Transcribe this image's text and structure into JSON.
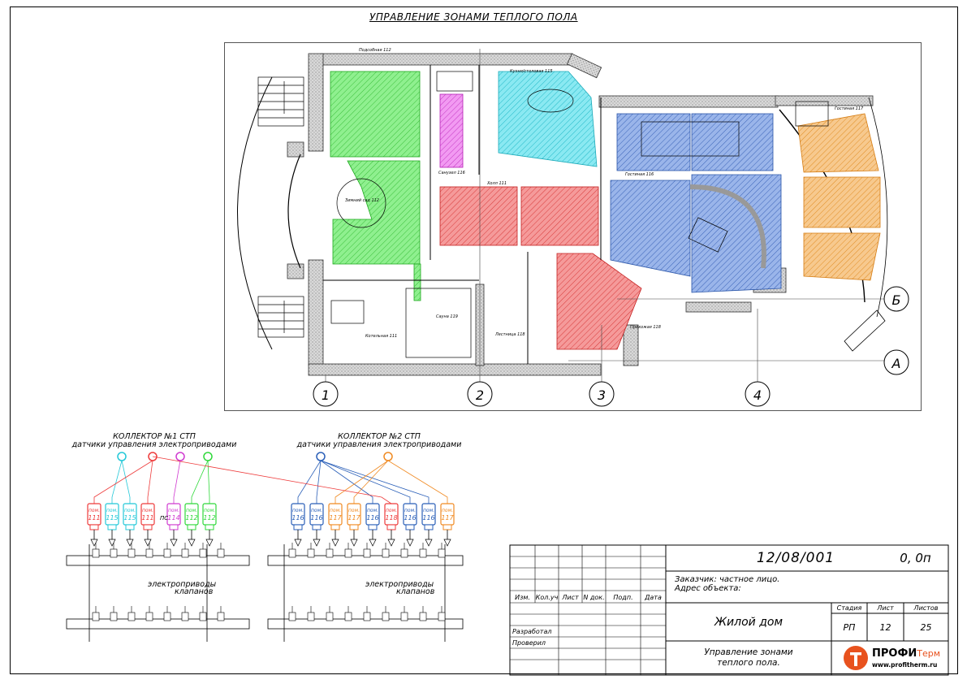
{
  "sheet": {
    "title": "УПРАВЛЕНИЕ ЗОНАМИ ТЕПЛОГО ПОЛА"
  },
  "plan": {
    "rooms": {
      "podsobnaya": "Подсобная 112",
      "kuhnya": "Кухня/столовая 115",
      "sanuzel": "Санузел 116",
      "holl": "Холл 111",
      "gostinaya116": "Гостиная 116",
      "gostinaya117": "Гостиная 117",
      "zimniy_sad": "Зимний сад 112",
      "kotelnaya": "Котельная 111",
      "sauna": "Сауна 119",
      "lestnitsa": "Лестница 118",
      "prihozhaya": "Прихожая 118"
    },
    "axes_num": [
      "1",
      "2",
      "3",
      "4"
    ],
    "axes_let": [
      "Б",
      "А"
    ],
    "colors": {
      "green": "#5fe85f",
      "magenta": "#e35ce3",
      "cyan": "#3fd9e8",
      "red": "#ee5a5a",
      "blue": "#4f7fd8",
      "orange": "#f2a94e",
      "wall": "#c8c8c8"
    }
  },
  "collectors": {
    "c1": {
      "title": "КОЛЛЕКТОР №1 СТП",
      "subtitle": "датчики управления электроприводами",
      "loops": [
        {
          "l1": "пом.",
          "l2": "111",
          "color": "#ee3a3a"
        },
        {
          "l1": "пом.",
          "l2": "115",
          "color": "#22c8d8"
        },
        {
          "l1": "пом.",
          "l2": "115",
          "color": "#22c8d8"
        },
        {
          "l1": "пом.",
          "l2": "111",
          "color": "#ee3a3a"
        },
        {
          "l1": "пом.",
          "l2": "114",
          "color": "#d03ad0"
        },
        {
          "l1": "пом.",
          "l2": "112",
          "color": "#2fd83a"
        },
        {
          "l1": "пом.",
          "l2": "112",
          "color": "#2fd83a"
        }
      ],
      "pc": "ПС",
      "valves_label_1": "электроприводы",
      "valves_label_2": "клапанов"
    },
    "c2": {
      "title": "КОЛЛЕКТОР №2 СТП",
      "subtitle": "датчики управления электроприводами",
      "loops": [
        {
          "l1": "пом.",
          "l2": "116",
          "color": "#2a5fb8"
        },
        {
          "l1": "пом.",
          "l2": "116",
          "color": "#2a5fb8"
        },
        {
          "l1": "пом.",
          "l2": "117",
          "color": "#f08a22"
        },
        {
          "l1": "пом.",
          "l2": "117",
          "color": "#f08a22"
        },
        {
          "l1": "пом.",
          "l2": "116",
          "color": "#2a5fb8"
        },
        {
          "l1": "пом.",
          "l2": "118",
          "color": "#ee3a3a"
        },
        {
          "l1": "пом.",
          "l2": "116",
          "color": "#2a5fb8"
        },
        {
          "l1": "пом.",
          "l2": "116",
          "color": "#2a5fb8"
        },
        {
          "l1": "пом.",
          "l2": "117",
          "color": "#f08a22"
        }
      ],
      "valves_label_1": "электроприводы",
      "valves_label_2": "клапанов"
    }
  },
  "title_block": {
    "code": "12/08/001",
    "rev": "0, 0п",
    "customer": "Заказчик: частное лицо.",
    "address": "Адрес объекта:",
    "headers": [
      "Изм.",
      "Кол.уч",
      "Лист",
      "N док.",
      "Подп.",
      "Дата"
    ],
    "developed": "Разработал",
    "checked": "Проверил",
    "object": "Жилой дом",
    "stage_h": "Стадия",
    "sheet_h": "Лист",
    "sheets_h": "Листов",
    "stage": "РП",
    "sheet": "12",
    "sheets": "25",
    "desc1": "Управление зонами",
    "desc2": "теплого пола.",
    "logo1": "ПРОФИ",
    "logo2": "Терм",
    "logo_url": "www.profitherm.ru",
    "logo_color": "#e8521e"
  }
}
